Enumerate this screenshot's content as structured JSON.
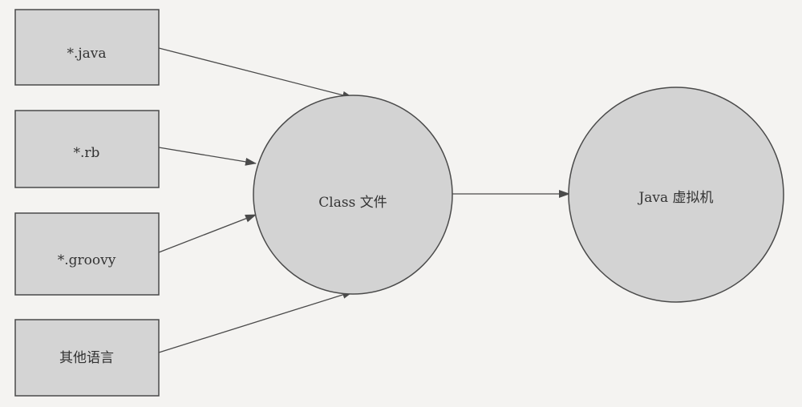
{
  "diagram": {
    "sources": [
      {
        "id": "java",
        "label": "*.java"
      },
      {
        "id": "rb",
        "label": "*.rb"
      },
      {
        "id": "groovy",
        "label": "*.groovy"
      },
      {
        "id": "other",
        "label": "其他语言"
      }
    ],
    "class_file": {
      "label": "Class 文件"
    },
    "jvm": {
      "label": "Java 虚拟机"
    },
    "edges": [
      {
        "from": "java",
        "to": "class_file"
      },
      {
        "from": "rb",
        "to": "class_file"
      },
      {
        "from": "groovy",
        "to": "class_file"
      },
      {
        "from": "other",
        "to": "class_file"
      },
      {
        "from": "class_file",
        "to": "jvm"
      }
    ]
  },
  "colors": {
    "box_fill": "#d4d4d4",
    "circle_fill": "#d3d3d3",
    "stroke": "#4a4a4a",
    "text": "#333333",
    "background": "#f4f3f1"
  }
}
